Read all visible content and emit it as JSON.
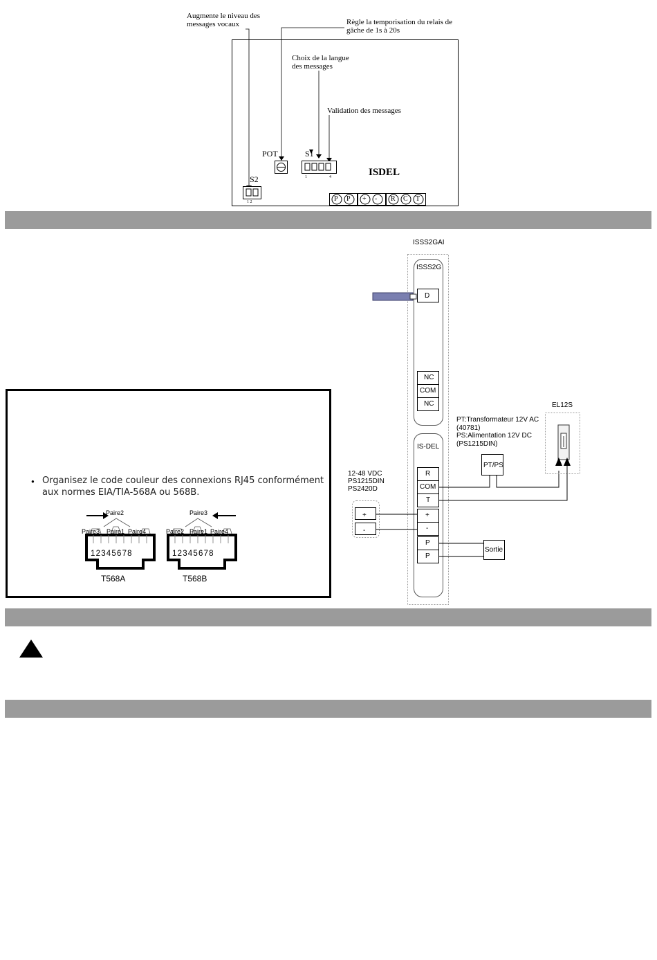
{
  "top_diagram": {
    "label_volume": "Augmente le niveau des\nmessages vocaux",
    "label_relay": "Règle la temporisation du relais de\ngâche de 1s à 20s",
    "label_language": "Choix de la langue\ndes messages",
    "label_validation": "Validation des messages",
    "pot_label": "POT",
    "s1_label": "S1",
    "s2_label": "S2",
    "board_name": "ISDEL",
    "s1_pin_first": "1",
    "s1_pin_last": "4",
    "s2_pins": "1 2",
    "terminals": [
      "P",
      "P",
      "+",
      "-",
      "R",
      "C",
      "T"
    ]
  },
  "rj45_box": {
    "bullet": "Organisez le code couleur des connexions RJ45 conformément\naux normes EIA/TIA-568A ou 568B.",
    "t568a": {
      "name": "T568A",
      "top_pair": "Paire2",
      "left_pair": "Paire3",
      "mid_pair": "Paire1",
      "right_pair": "Paire4",
      "pins": "12345678"
    },
    "t568b": {
      "name": "T568B",
      "top_pair": "Paire3",
      "left_pair": "Paire2",
      "mid_pair": "Paire1",
      "right_pair": "Paire4",
      "pins": "12345678"
    }
  },
  "wiring": {
    "outer_title": "ISSS2GAI",
    "module_title": "ISSS2G",
    "d_terminal": "D",
    "relay_terminals": [
      "NC",
      "COM",
      "NC"
    ],
    "isdel_title": "IS-DEL",
    "isdel_terminals": [
      "R",
      "COM",
      "T",
      "+",
      "-",
      "P",
      "P"
    ],
    "power_label": "12-48 VDC\nPS1215DIN\nPS2420D",
    "power_terminals": [
      "+",
      "-"
    ],
    "pt_label": "PT:Transformateur 12V AC\n(40781)\nPS:Alimentation 12V DC\n(PS1215DIN)",
    "pt_box": "PT/PS",
    "lock_label": "EL12S",
    "exit_box": "Sortie"
  },
  "warning": {
    "icon": "warning-triangle-icon"
  },
  "colors": {
    "section_bar": "#9b9b9b",
    "cable": "#7a7fb0"
  }
}
